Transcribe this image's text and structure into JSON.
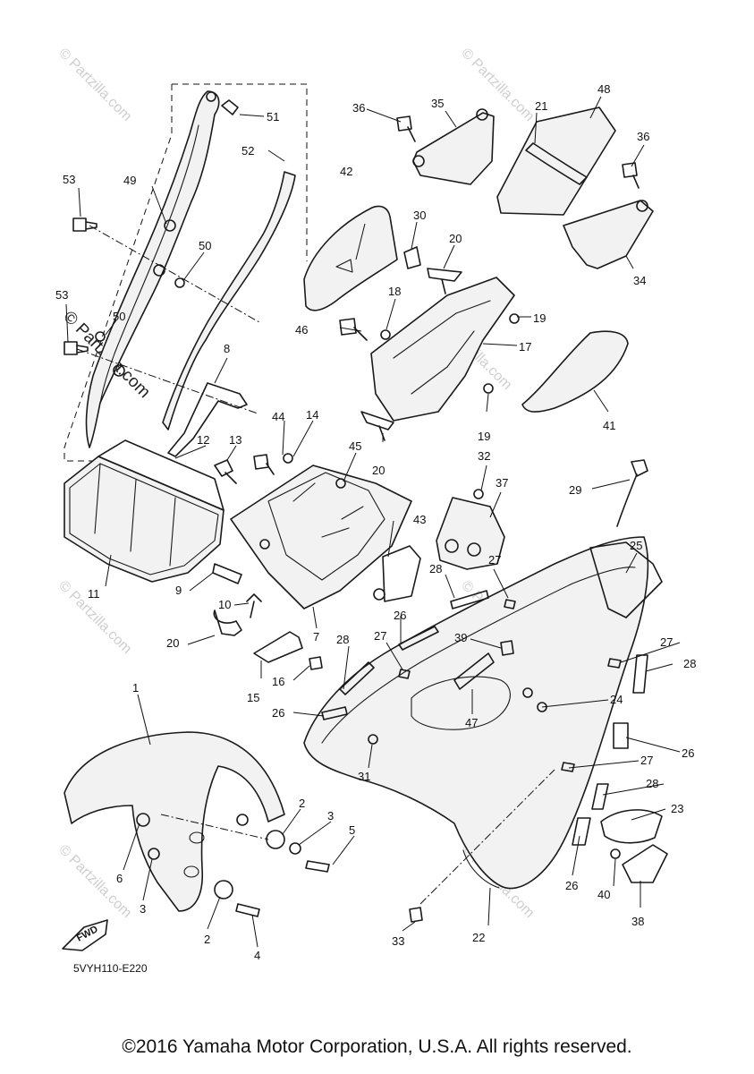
{
  "diagram_code": "5VYH110-E220",
  "copyright": "©2016 Yamaha Motor Corporation, U.S.A. All rights reserved.",
  "watermark": "© Partzilla.com",
  "fwd_badge": "FWD",
  "callouts": [
    {
      "id": "c1",
      "text": "1"
    },
    {
      "id": "c2a",
      "text": "2"
    },
    {
      "id": "c2b",
      "text": "2"
    },
    {
      "id": "c3a",
      "text": "3"
    },
    {
      "id": "c3b",
      "text": "3"
    },
    {
      "id": "c4",
      "text": "4"
    },
    {
      "id": "c5",
      "text": "5"
    },
    {
      "id": "c6",
      "text": "6"
    },
    {
      "id": "c7",
      "text": "7"
    },
    {
      "id": "c8",
      "text": "8"
    },
    {
      "id": "c9",
      "text": "9"
    },
    {
      "id": "c10",
      "text": "10"
    },
    {
      "id": "c11",
      "text": "11"
    },
    {
      "id": "c12",
      "text": "12"
    },
    {
      "id": "c13",
      "text": "13"
    },
    {
      "id": "c14",
      "text": "14"
    },
    {
      "id": "c15",
      "text": "15"
    },
    {
      "id": "c16",
      "text": "16"
    },
    {
      "id": "c17",
      "text": "17"
    },
    {
      "id": "c18",
      "text": "18"
    },
    {
      "id": "c19a",
      "text": "19"
    },
    {
      "id": "c19b",
      "text": "19"
    },
    {
      "id": "c20a",
      "text": "20"
    },
    {
      "id": "c20b",
      "text": "20"
    },
    {
      "id": "c20c",
      "text": "20"
    },
    {
      "id": "c21",
      "text": "21"
    },
    {
      "id": "c22",
      "text": "22"
    },
    {
      "id": "c23",
      "text": "23"
    },
    {
      "id": "c24",
      "text": "24"
    },
    {
      "id": "c25",
      "text": "25"
    },
    {
      "id": "c26a",
      "text": "26"
    },
    {
      "id": "c26b",
      "text": "26"
    },
    {
      "id": "c26c",
      "text": "26"
    },
    {
      "id": "c26d",
      "text": "26"
    },
    {
      "id": "c27a",
      "text": "27"
    },
    {
      "id": "c27b",
      "text": "27"
    },
    {
      "id": "c27c",
      "text": "27"
    },
    {
      "id": "c27d",
      "text": "27"
    },
    {
      "id": "c28a",
      "text": "28"
    },
    {
      "id": "c28b",
      "text": "28"
    },
    {
      "id": "c28c",
      "text": "28"
    },
    {
      "id": "c28d",
      "text": "28"
    },
    {
      "id": "c29",
      "text": "29"
    },
    {
      "id": "c30",
      "text": "30"
    },
    {
      "id": "c31",
      "text": "31"
    },
    {
      "id": "c32",
      "text": "32"
    },
    {
      "id": "c33",
      "text": "33"
    },
    {
      "id": "c34",
      "text": "34"
    },
    {
      "id": "c35",
      "text": "35"
    },
    {
      "id": "c36a",
      "text": "36"
    },
    {
      "id": "c36b",
      "text": "36"
    },
    {
      "id": "c37",
      "text": "37"
    },
    {
      "id": "c38",
      "text": "38"
    },
    {
      "id": "c39",
      "text": "39"
    },
    {
      "id": "c40",
      "text": "40"
    },
    {
      "id": "c41",
      "text": "41"
    },
    {
      "id": "c42",
      "text": "42"
    },
    {
      "id": "c43",
      "text": "43"
    },
    {
      "id": "c44",
      "text": "44"
    },
    {
      "id": "c45",
      "text": "45"
    },
    {
      "id": "c46",
      "text": "46"
    },
    {
      "id": "c47",
      "text": "47"
    },
    {
      "id": "c48",
      "text": "48"
    },
    {
      "id": "c49",
      "text": "49"
    },
    {
      "id": "c50a",
      "text": "50"
    },
    {
      "id": "c50b",
      "text": "50"
    },
    {
      "id": "c51",
      "text": "51"
    },
    {
      "id": "c52",
      "text": "52"
    },
    {
      "id": "c53a",
      "text": "53"
    },
    {
      "id": "c53b",
      "text": "53"
    }
  ]
}
